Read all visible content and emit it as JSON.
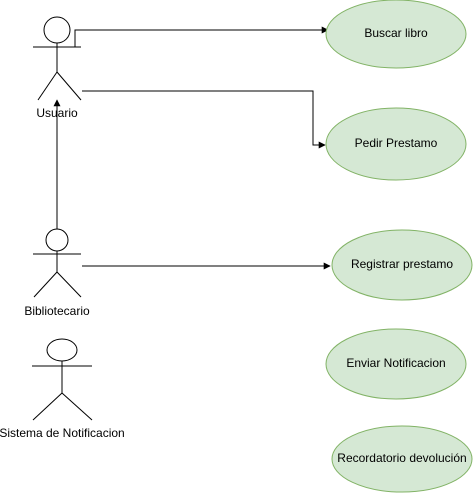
{
  "actors": [
    {
      "id": "usuario",
      "label": "Usuario"
    },
    {
      "id": "bibliotecario",
      "label": "Bibliotecario"
    },
    {
      "id": "sistema",
      "label": "Sistema de Notificacion"
    }
  ],
  "use_cases": [
    {
      "id": "buscar",
      "label": "Buscar libro"
    },
    {
      "id": "pedir",
      "label": "Pedir Prestamo"
    },
    {
      "id": "registrar",
      "label": "Registrar prestamo"
    },
    {
      "id": "enviar",
      "label": "Enviar Notificacion"
    },
    {
      "id": "recordatorio",
      "label": "Recordatorio devolución"
    }
  ],
  "relations": [
    {
      "from": "usuario",
      "to": "buscar"
    },
    {
      "from": "usuario",
      "to": "pedir"
    },
    {
      "from": "bibliotecario",
      "to": "registrar"
    },
    {
      "from": "bibliotecario",
      "to": "usuario"
    }
  ],
  "colors": {
    "use_case_fill": "#d5e8d4",
    "use_case_stroke": "#82b366",
    "line": "#000000"
  }
}
